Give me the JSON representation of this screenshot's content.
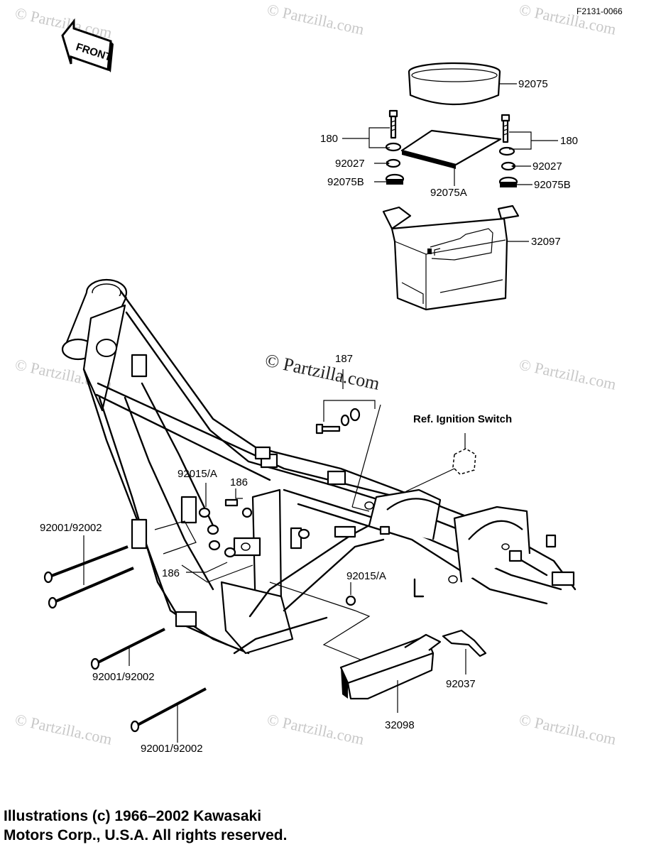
{
  "diagram_code": "F2131-0066",
  "front_arrow_label": "FRONT",
  "watermark": {
    "small": "© Partzilla.com",
    "center": "© Partzilla.com"
  },
  "callouts": {
    "c92075": "92075",
    "c180_left": "180",
    "c180_right": "180",
    "c92027_left": "92027",
    "c92027_right": "92027",
    "c92075B_left": "92075B",
    "c92075B_right": "92075B",
    "c92075A": "92075A",
    "c32097": "32097",
    "c187": "187",
    "ref_ignition": "Ref. Ignition Switch",
    "c92015A_upper": "92015/A",
    "c186_upper": "186",
    "c92001_upper": "92001/92002",
    "c186_lower": "186",
    "c92015A_lower": "92015/A",
    "c92001_middle": "92001/92002",
    "c92037": "92037",
    "c32098": "32098",
    "c92001_lower": "92001/92002"
  },
  "copyright": {
    "line1": "Illustrations (c) 1966–2002 Kawasaki",
    "line2": "Motors Corp., U.S.A.  All rights reserved."
  }
}
